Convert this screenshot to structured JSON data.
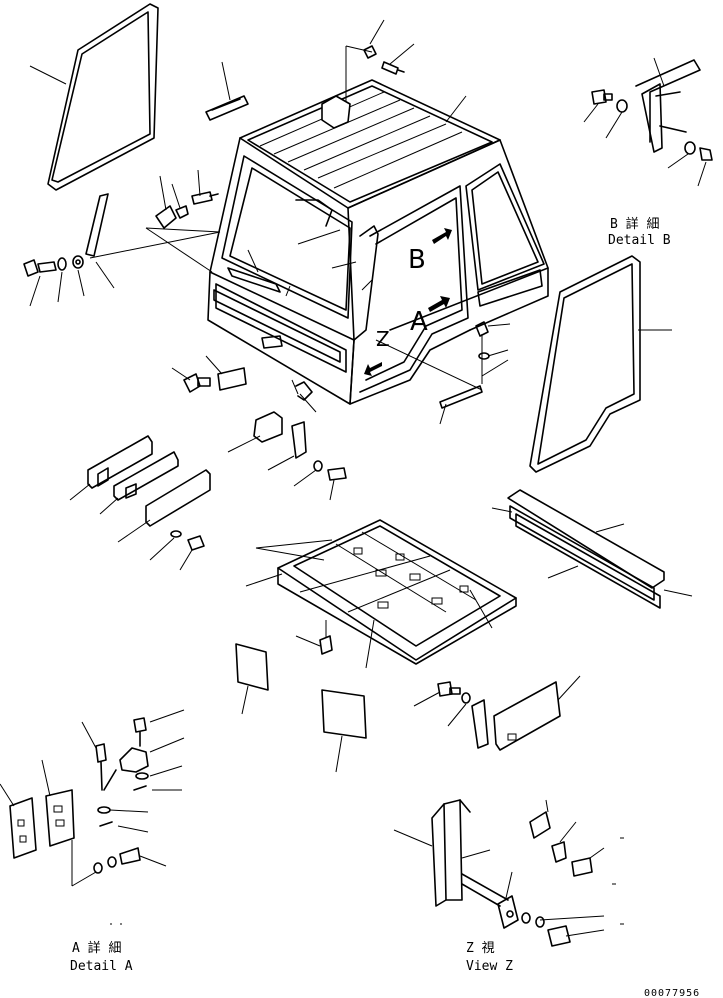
{
  "labels": {
    "detail_b_jp": "B 詳 細",
    "detail_b_en": "Detail B",
    "detail_a_jp": "A 詳 細",
    "detail_a_en": "Detail A",
    "view_z_jp": "Z 視",
    "view_z_en": "View Z",
    "marker_a": "A",
    "marker_b": "B",
    "marker_z": "Z",
    "drawing_number": "00077956"
  }
}
